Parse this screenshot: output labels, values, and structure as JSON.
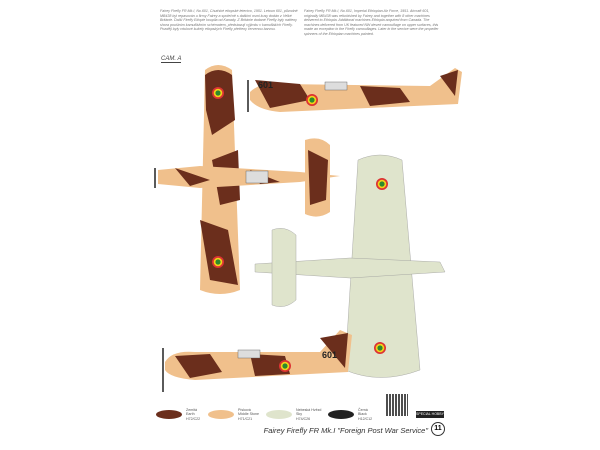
{
  "description_cz": "Fairey Firefly FR Mk.I, No.601, Císařské etiopské letectvo, 1951. Letoun 601, původně MB438 byl repasován u firmy Fairey a společně s dalšími osmi kusy dodán z Velké Británie. Další Firefly Etiopie koupila od Kanady. Z Británie dodané Firefly byly natřeny shora pouštním kamuflážním schématem, představují výjimku v kamuflážích Firefly. Později byly vrtulové kužely etiopských Firefly přetřeny červenou barvou.",
  "description_en": "Fairey Firefly FR Mk.I, No.601, Imperial Ethiopian Air Force, 1951. Aircraft 601, originally MB438 was refurbished by Fairey and together with 8 other machines delivered to Ethiopia. Additional machines Ethiopia acquired from Canada. The machines delivered from UK featured NW desert camouflage on upper surfaces, this made an exception in the Firefly camouflages. Later in the service were the propeller spinners of the Ethiopian machines painted.",
  "scheme_label": "CAM. A",
  "aircraft_number": "601",
  "colors": [
    {
      "code": "A",
      "name_cz": "Zemitá",
      "name_en": "Earth",
      "ref": "H72/C22",
      "hex": "#6b2e1c"
    },
    {
      "code": "B",
      "name_cz": "Písková",
      "name_en": "Middle Stone",
      "ref": "H71/C21",
      "hex": "#f0c08c"
    },
    {
      "code": "C",
      "name_cz": "Nebeská Hvězd",
      "name_en": "Sky",
      "ref": "H74/C26",
      "hex": "#dfe4cc"
    },
    {
      "code": "D",
      "name_cz": "Černá",
      "name_en": "Black",
      "ref": "H12/C12",
      "hex": "#222222"
    }
  ],
  "footer_title": "Fairey Firefly FR Mk.I \"Foreign Post War Service\"",
  "page_number": "11",
  "logo_text": "SPECIAL HOBBY"
}
